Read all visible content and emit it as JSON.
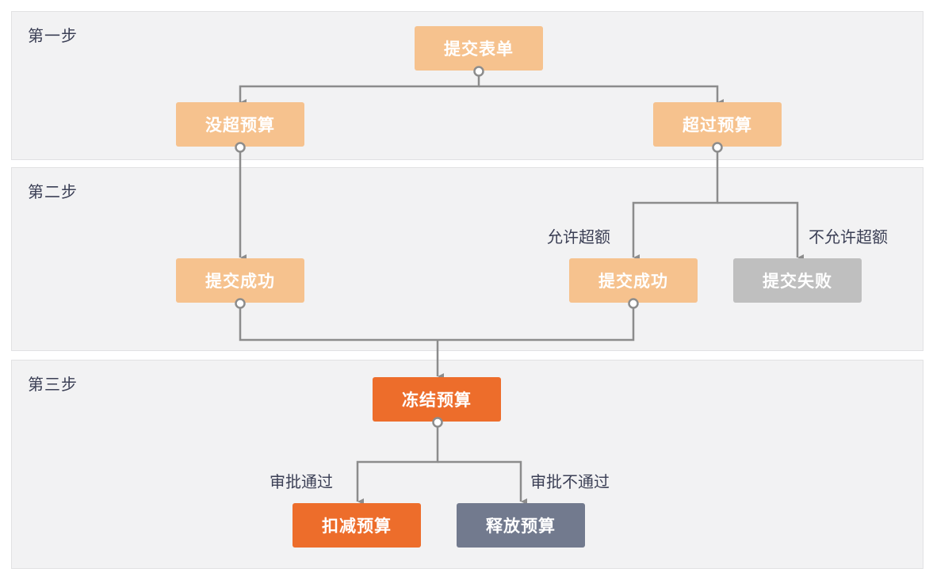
{
  "stages": [
    {
      "label": "第一步"
    },
    {
      "label": "第二步"
    },
    {
      "label": "第三步"
    }
  ],
  "nodes": {
    "submit_form": "提交表单",
    "under_budget": "没超预算",
    "over_budget": "超过预算",
    "submit_success_left": "提交成功",
    "submit_success_right": "提交成功",
    "submit_failed": "提交失败",
    "freeze_budget": "冻结预算",
    "deduct_budget": "扣减预算",
    "release_budget": "释放预算"
  },
  "edge_labels": {
    "allow_overrun": "允许超额",
    "disallow_overrun": "不允许超额",
    "approved": "审批通过",
    "rejected": "审批不通过"
  },
  "colors": {
    "band_background": "#f2f2f3",
    "node_light": "#f6c28e",
    "node_gray": "#bfbfbf",
    "node_orange": "#ed6d2b",
    "node_slate": "#727a8e",
    "connector": "#8c8c8c"
  }
}
